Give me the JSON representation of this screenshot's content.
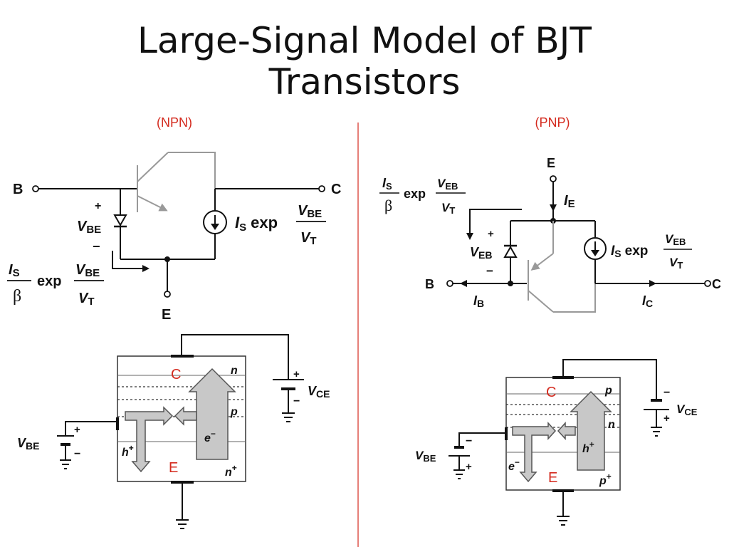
{
  "title": "Large-Signal Model of BJT Transistors",
  "npn": {
    "heading": "(NPN)",
    "circuit": {
      "base": "B",
      "collector": "C",
      "emitter": "E",
      "plus": "+",
      "minus": "−",
      "vbe_V": "V",
      "vbe_sub": "BE",
      "is_I": "I",
      "is_sub": "S",
      "exp": "exp",
      "frac_num_V": "V",
      "frac_num_sub": "BE",
      "frac_den_V": "V",
      "frac_den_sub": "T",
      "beta": "β"
    },
    "device": {
      "collector": "C",
      "emitter": "E",
      "top_region": "n",
      "mid_region": "p",
      "bot_region": "n",
      "bot_sup": "+",
      "electron": "e",
      "electron_sup": "−",
      "hole": "h",
      "hole_sup": "+",
      "vbe_V": "V",
      "vbe_sub": "BE",
      "vce_V": "V",
      "vce_sub": "CE",
      "plus": "+",
      "minus": "−"
    }
  },
  "pnp": {
    "heading": "(PNP)",
    "circuit": {
      "base": "B",
      "collector": "C",
      "emitter": "E",
      "plus": "+",
      "minus": "−",
      "veb_V": "V",
      "veb_sub": "EB",
      "ie_I": "I",
      "ie_sub": "E",
      "ib_I": "I",
      "ib_sub": "B",
      "ic_I": "I",
      "ic_sub": "C",
      "is_I": "I",
      "is_sub": "S",
      "exp": "exp",
      "frac_num_V": "V",
      "frac_num_sub": "EB",
      "frac_den_V": "V",
      "frac_den_sub": "T",
      "beta": "β"
    },
    "device": {
      "collector": "C",
      "emitter": "E",
      "top_region": "p",
      "mid_region": "n",
      "bot_region": "p",
      "bot_sup": "+",
      "electron": "e",
      "electron_sup": "−",
      "hole": "h",
      "hole_sup": "+",
      "vbe_V": "V",
      "vbe_sub": "BE",
      "vce_V": "V",
      "vce_sub": "CE",
      "plus": "+",
      "minus": "−"
    }
  },
  "colors": {
    "accent_red": "#d42a1e",
    "gray_arrow": "#c8c8c8",
    "divider": "#d42a1e"
  }
}
